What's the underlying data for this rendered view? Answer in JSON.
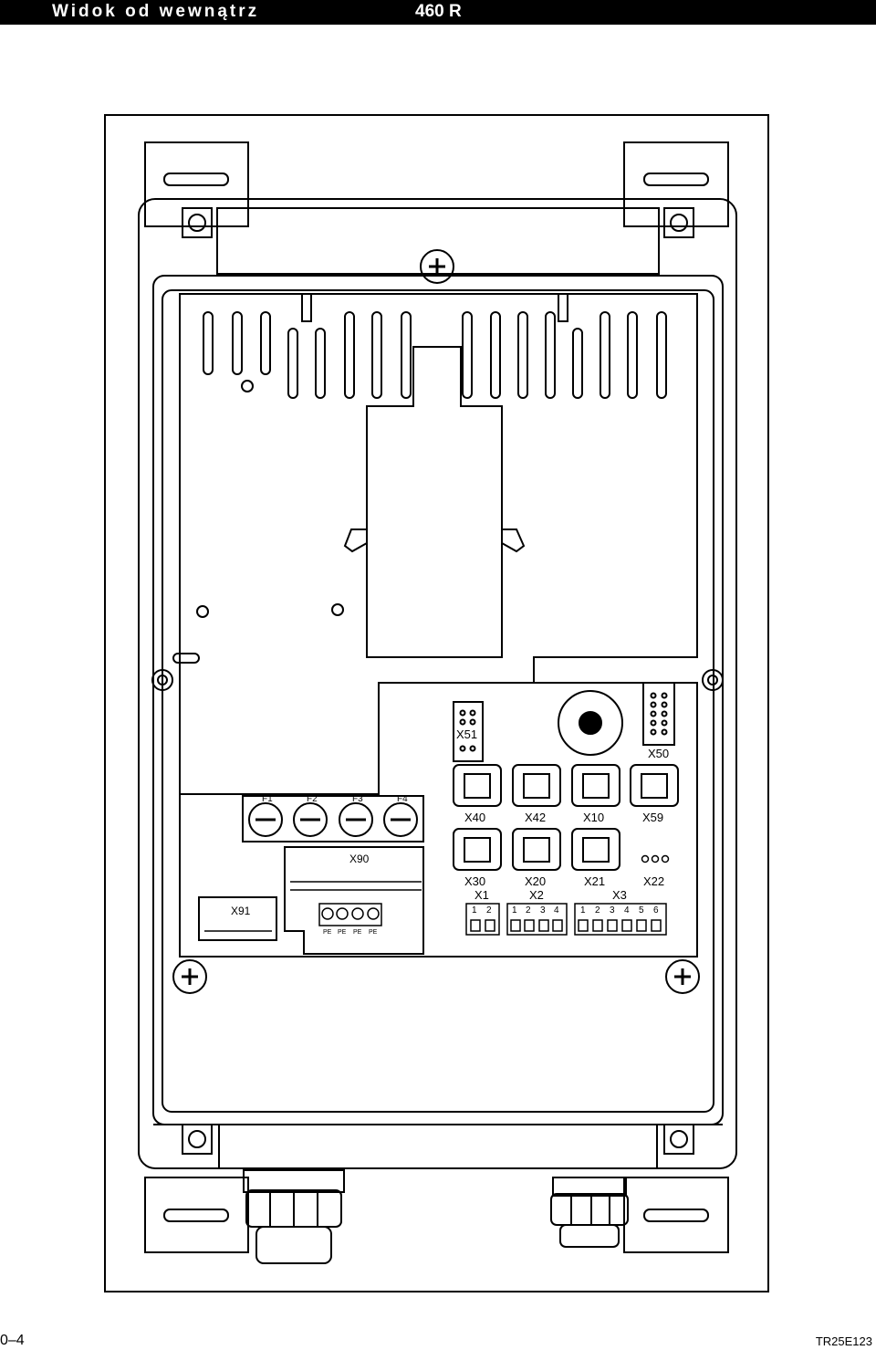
{
  "header": {
    "title": "Widok od wewnątrz",
    "model": "460 R"
  },
  "footer": {
    "page": "0–4",
    "code": "TR25E123"
  },
  "diagram": {
    "fuses": [
      "F1",
      "F2",
      "F3",
      "F4"
    ],
    "x90": "X90",
    "x91": "X91",
    "pe_labels": [
      "PE",
      "PE",
      "PE",
      "PE"
    ],
    "x51": "X51",
    "x50": "X50",
    "rj_row1": [
      "X40",
      "X42",
      "X10",
      "X59"
    ],
    "rj_row2": [
      "X30",
      "X20",
      "X21"
    ],
    "x22": "X22",
    "term_blocks": [
      {
        "label": "X1",
        "pins": [
          "1",
          "2"
        ]
      },
      {
        "label": "X2",
        "pins": [
          "1",
          "2",
          "3",
          "4"
        ]
      },
      {
        "label": "X3",
        "pins": [
          "1",
          "2",
          "3",
          "4",
          "5",
          "6"
        ]
      }
    ]
  }
}
